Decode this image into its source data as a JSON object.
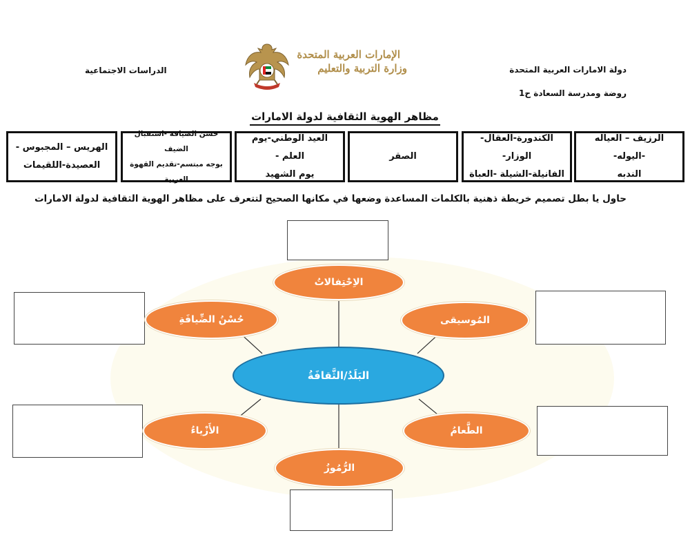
{
  "header": {
    "country": "دولة الامارات العربية المتحدة",
    "school": "روضة ومدرسة السعادة ح1",
    "subject": "الدراسات الاجتماعية",
    "ministry_line1": "الإمارات العربية المتحدة",
    "ministry_line2": "وزارة التربية والتعليم"
  },
  "title": "مظاهر الهوية الثقافية لدولة الامارات",
  "word_bank": [
    {
      "line1": "الرزيف – العياله -اليوله-",
      "line2": "الندبه"
    },
    {
      "line1": "الكندورة-العقال-الوزار-",
      "line2": "الفانيلة-الشيلة -العباة"
    },
    {
      "line1": "الصقر",
      "line2": ""
    },
    {
      "line1": "العيد الوطني-يوم العلم -",
      "line2": "يوم الشهيد"
    },
    {
      "line1": "حسن الضيافة -استقبال الضيف",
      "line2": "بوجه مبتسم-تقديم القهوة العربية"
    },
    {
      "line1": "الهريس – المجبوس -",
      "line2": "العصيدة-اللقيمات"
    }
  ],
  "instruction": "حاول يا بطل تصميم خريطة ذهنية بالكلمات المساعدة وضعها في مكانها الصحيح لتتعرف على مظاهر الهوية الثقافية لدولة الامارات",
  "mind_map": {
    "center": "البَلَدُ/الثَّقافَةُ",
    "nodes": {
      "celebrations": "الاِحْتِفالاتُ",
      "music": "المُوسيقى",
      "food": "الطَّعامُ",
      "symbols": "الرُّمُوزُ",
      "clothing": "الأَزْياءُ",
      "hospitality": "حُسْنُ الضِّيافَةِ"
    }
  },
  "colors": {
    "node_fill": "#f0843d",
    "center_fill": "#2aa8e0",
    "background_blob": "#fdfbee",
    "ministry_gold": "#b08e4a"
  }
}
